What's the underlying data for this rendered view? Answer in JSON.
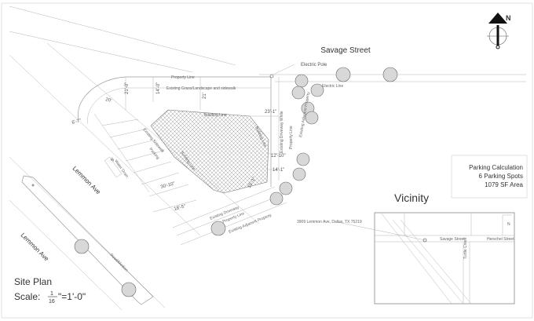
{
  "street": "Savage Street",
  "electric_pole": "Electric Pole",
  "electric_line": "Electric Line",
  "property_line_top": "Property Line",
  "grass_sidewalk": "Existing Grass/Landscape and sidewalk",
  "building_line_top": "Building Line",
  "building_line_right": "Building Line",
  "building_line_left": "Building Line",
  "existing_driveway_white": "Existing Driveway White",
  "property_line_right": "Property Line",
  "existing_adjacent_right": "Existing Adjacent Property",
  "existing_sidewalk": "Existing Sidewalk",
  "parking": "Parking",
  "water_drain": "Water Drain",
  "existing_driveway_bottom": "Existing Driveway",
  "property_line_bottom": "Property Line",
  "existing_adjacent_bottom": "Existing Adjacent Property",
  "road_median": "Road/Median",
  "lemmon_ave_1": "Lemmon Ave",
  "lemmon_ave_2": "Lemmon Ave",
  "dims": {
    "d1": "21'-0\"",
    "d2": "14'-0\"",
    "d3": "20'",
    "d4": "6'-7\"",
    "d5": "21'",
    "d6": "23'-1\"",
    "d7": "12'-10\"",
    "d8": "14'-1\"",
    "d9": "30'-10\"",
    "d10": "18'-5\"",
    "d11": "15'-1\"",
    "d12": "9'"
  },
  "calc": {
    "title": "Parking Calculation",
    "spots": "6 Parking Spots",
    "area": "1079 SF Area"
  },
  "vicinity": {
    "title": "Vicinity",
    "address": "3909 Lemmon Ave, Dallas, TX 75219",
    "street1": "Savage Street",
    "street2": "Herschel Street",
    "street3": "Turtle Creek",
    "north": "N"
  },
  "north_label": "N",
  "title": {
    "name": "Site Plan",
    "scale_prefix": "Scale:",
    "scale_num": "1",
    "scale_den": "16",
    "scale_suffix": "\"=1'-0\""
  }
}
